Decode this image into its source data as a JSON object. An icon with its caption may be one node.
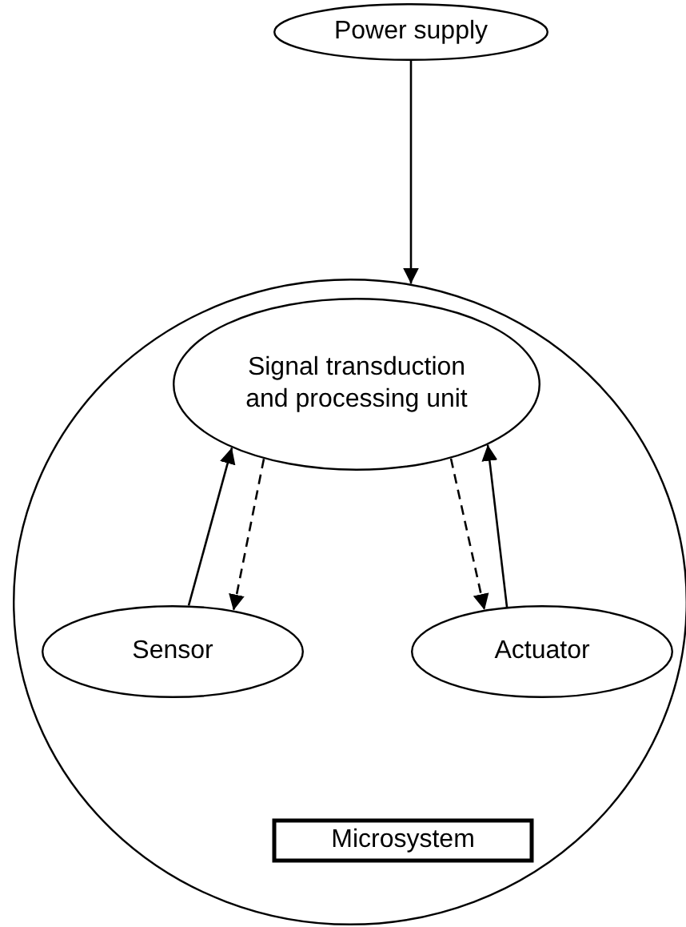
{
  "diagram": {
    "nodes": [
      {
        "text": [
          "Power supply"
        ]
      },
      {
        "text": [],
        "shape": "circle"
      },
      {
        "text": [
          "Signal transduction and processing unit"
        ],
        "in": 1
      },
      {
        "text": [
          "Sensor"
        ],
        "in": 1
      },
      {
        "text": [
          "Actuator"
        ],
        "in": 1
      },
      {
        "text": [
          "Microsystem"
        ],
        "in": 1
      }
    ],
    "edges": [
      {
        "from": 0,
        "to": 1,
        "arrow": "to"
      },
      {
        "from": 3,
        "to": 2,
        "arrow": "to"
      },
      {
        "from": 2,
        "to": 3,
        "arrow": "to",
        "style": "dashed"
      },
      {
        "from": 2,
        "to": 4,
        "arrow": "to",
        "style": "dashed"
      },
      {
        "from": 4,
        "to": 2,
        "arrow": "to"
      }
    ]
  }
}
